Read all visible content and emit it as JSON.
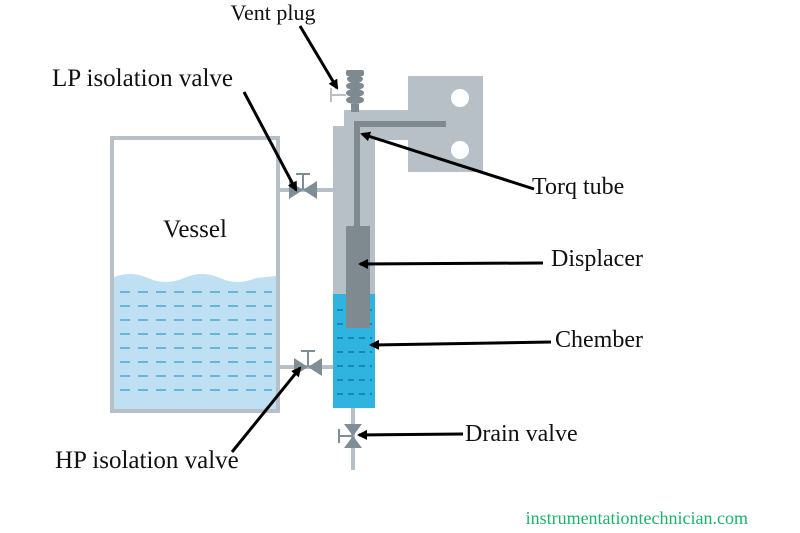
{
  "labels": {
    "vent_plug": "Vent plug",
    "lp_valve": "LP isolation valve",
    "hp_valve": "HP isolation valve",
    "vessel": "Vessel",
    "torq_tube": "Torq tube",
    "displacer": "Displacer",
    "chamber": "Chember",
    "drain_valve": "Drain valve"
  },
  "credit": "instrumentationtechnician.com",
  "colors": {
    "liquid": "#bfe0f2",
    "liquid_dash": "#67b6de",
    "chamber_liquid": "#2fb4e0",
    "chamber_dash": "#1787b6",
    "metal": "#b6c0c6",
    "metal_dark": "#7f8a90",
    "pipe": "#b6c0c6",
    "valve": "#7f8d96",
    "arrow": "#000000",
    "credit": "#1db36b"
  }
}
